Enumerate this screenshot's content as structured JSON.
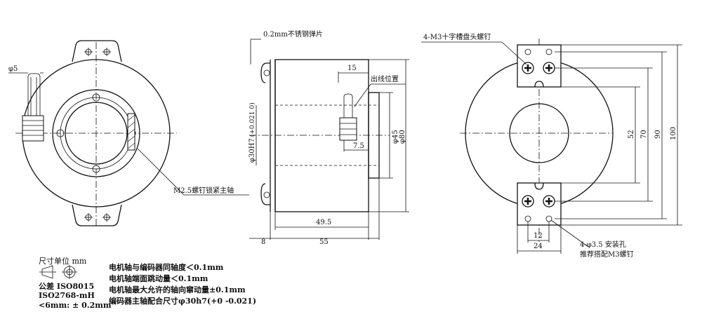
{
  "labels": {
    "phi5": "φ5",
    "spring_plate": "0.2mm不锈钢弹片",
    "dim15": "15",
    "outlet_position": "出线位置",
    "bore": "φ30H7",
    "bore_tol": "(+0.021 0)",
    "phi45": "φ45",
    "phi80": "φ80",
    "dim7_5": "7.5",
    "dim49_5": "49.5",
    "dim8": "8",
    "dim55": "55",
    "set_screw": "M2.5螺钉锁紧主轴",
    "top_screws": "4-M3十字槽盘头螺钉",
    "dim52": "52",
    "dim70": "70",
    "dim90": "90",
    "dim100": "100",
    "dim12": "12",
    "dim24": "24",
    "mount_hole": "4-φ3.5 安装孔",
    "mount_screw": "推荐搭配M3螺钉"
  },
  "notes": {
    "unit": "尺寸单位 mm",
    "tolerance": "公差 ISO8015",
    "iso": "ISO2768-mH",
    "lt6": "<6mm: ± 0.2mm",
    "req1": "电机轴与编码器同轴度＜0.1mm",
    "req2": "电机轴端面跳动量＜0.1mm",
    "req3": "电机轴最大允许的轴向窜动量±0.1mm",
    "req4": "编码器主轴配合尺寸φ30h7(+0 -0.021)"
  }
}
